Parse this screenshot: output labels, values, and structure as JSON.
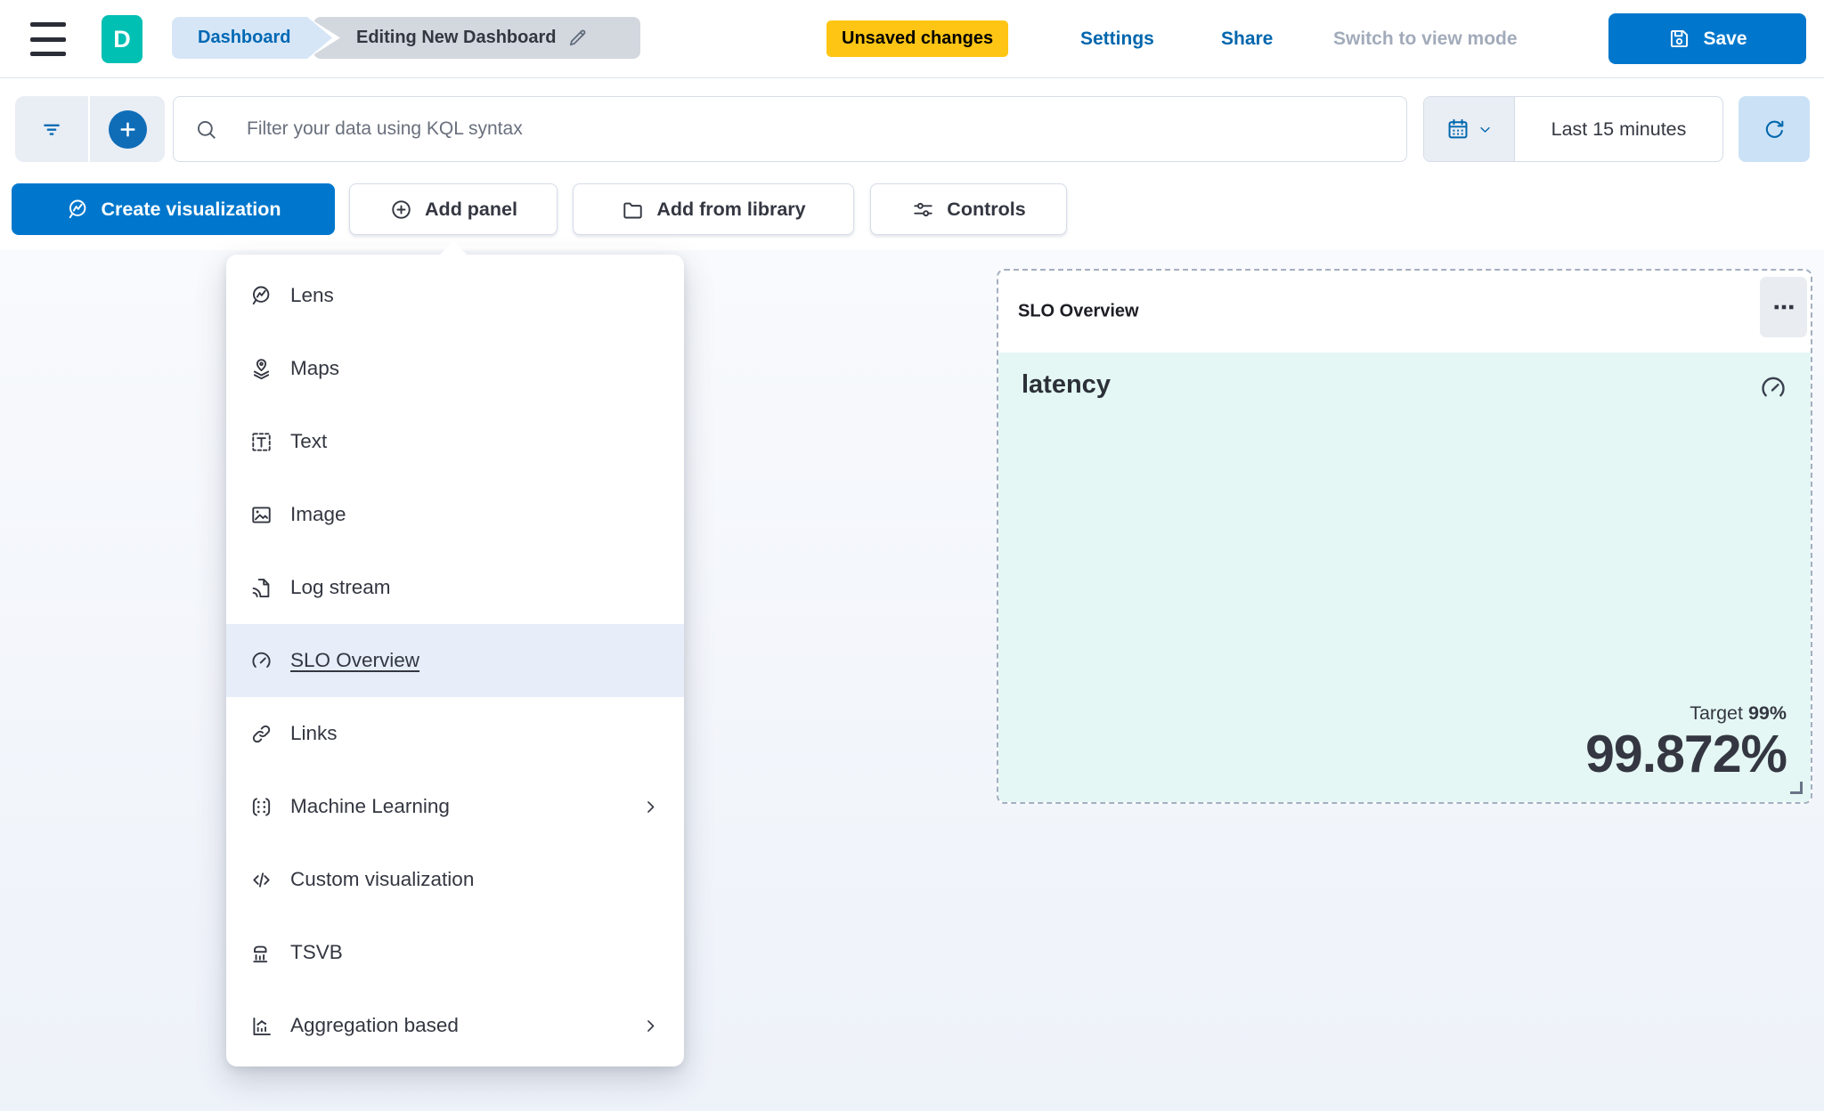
{
  "header": {
    "logo_letter": "D",
    "breadcrumbs": [
      {
        "label": "Dashboard"
      },
      {
        "label": "Editing New Dashboard",
        "icon": "pencil-icon"
      }
    ],
    "badge": "Unsaved changes",
    "actions": [
      {
        "label": "Settings"
      },
      {
        "label": "Share"
      },
      {
        "label": "Switch to view mode",
        "disabled": true
      }
    ],
    "save_label": "Save",
    "save_icon": "save-icon",
    "menu_icon": "hamburger-icon"
  },
  "query_bar": {
    "filter_icon": "filter-icon",
    "add_filter_icon": "plus-circle-icon",
    "search_icon": "search-icon",
    "search_placeholder": "Filter your data using KQL syntax",
    "search_value": "",
    "date_picker_icons": [
      "calendar-icon",
      "chevron-down-icon"
    ],
    "time_range": "Last 15 minutes",
    "refresh_icon": "refresh-icon"
  },
  "toolbar": {
    "create_visualization": "Create visualization",
    "add_panel": "Add panel",
    "add_from_library": "Add from library",
    "controls": "Controls"
  },
  "add_panel_menu": {
    "items": [
      {
        "label": "Lens",
        "icon": "lens-icon"
      },
      {
        "label": "Maps",
        "icon": "maps-icon"
      },
      {
        "label": "Text",
        "icon": "text-icon"
      },
      {
        "label": "Image",
        "icon": "image-icon"
      },
      {
        "label": "Log stream",
        "icon": "log-stream-icon"
      },
      {
        "label": "SLO Overview",
        "icon": "gauge-icon",
        "selected": true
      },
      {
        "label": "Links",
        "icon": "link-icon"
      },
      {
        "label": "Machine Learning",
        "icon": "machine-learning-icon",
        "submenu": true
      },
      {
        "label": "Custom visualization",
        "icon": "code-icon"
      },
      {
        "label": "TSVB",
        "icon": "tsvb-icon"
      },
      {
        "label": "Aggregation based",
        "icon": "aggregation-icon",
        "submenu": true
      }
    ]
  },
  "slo_panel": {
    "title": "SLO Overview",
    "options_icon": "panel-options-icon",
    "metric_label": "latency",
    "gauge_icon": "gauge-icon",
    "target_label": "Target",
    "target_value": "99%",
    "value": "99.872%"
  },
  "colors": {
    "primary": "#0077cc",
    "link_blue": "#0066ad",
    "warning_badge": "#fec514",
    "logo_teal": "#00bfb3",
    "text": "#343741",
    "placeholder": "#69707d",
    "disabled_text": "#a2abba",
    "menu_highlight": "#e7eef9",
    "slo_healthy_bg": "#e4f7f4",
    "canvas_bg": "#f3f6fb"
  }
}
